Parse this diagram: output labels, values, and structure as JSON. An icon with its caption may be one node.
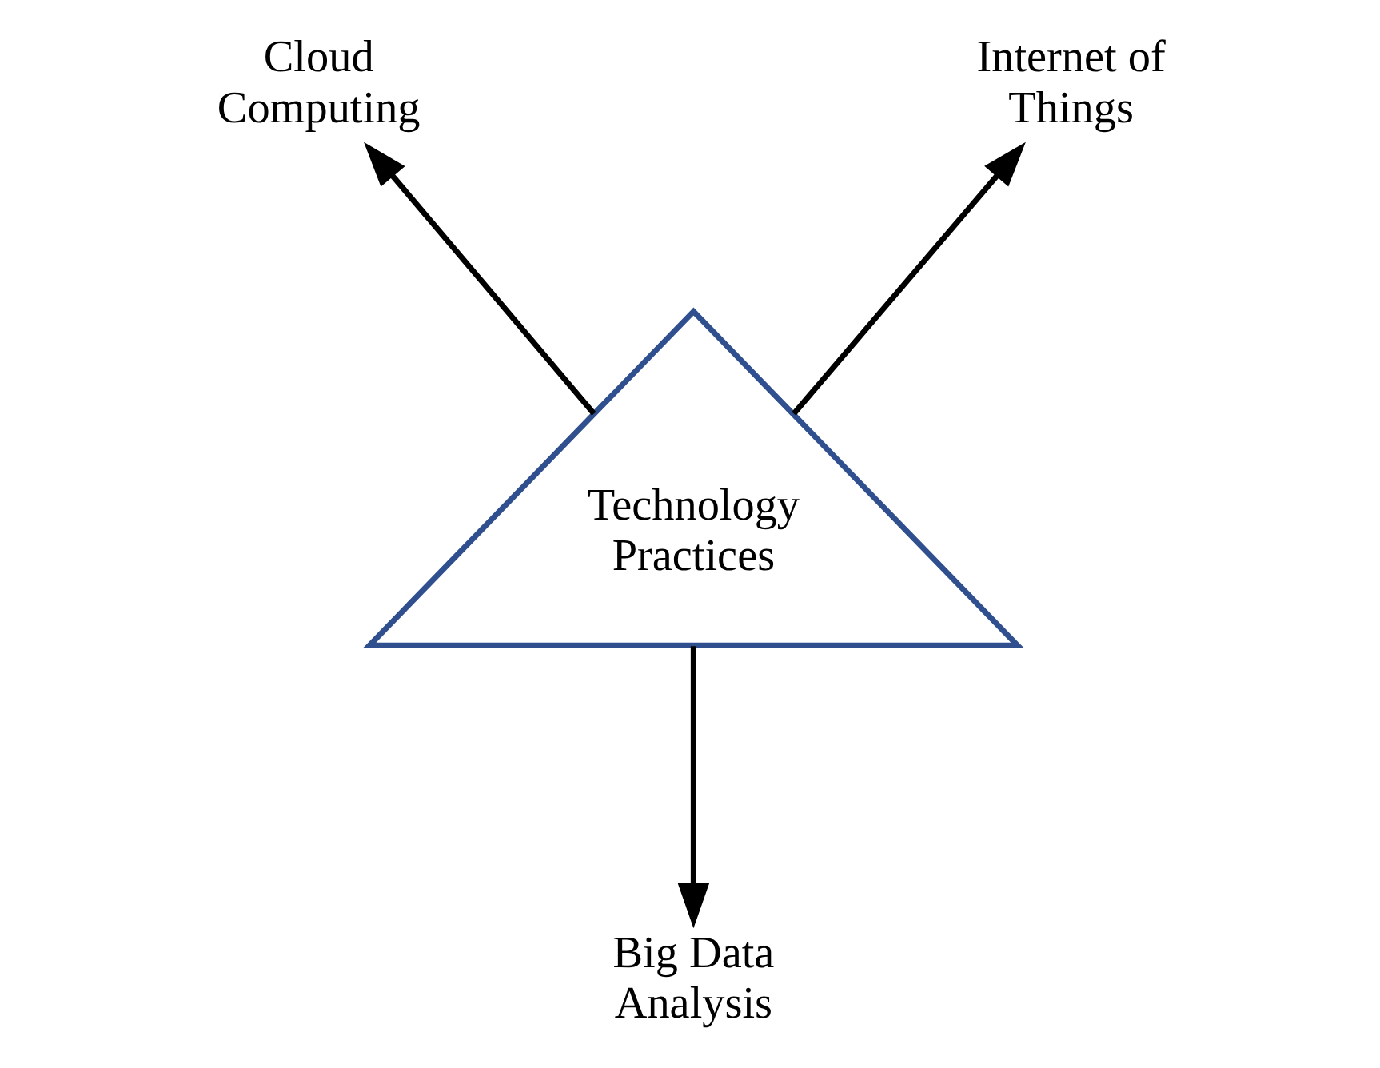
{
  "diagram": {
    "nodes": [
      {
        "text": [
          "Technology Practices"
        ]
      },
      {
        "text": [
          "Cloud Computing"
        ]
      },
      {
        "text": [
          "Internet of Things"
        ]
      },
      {
        "text": [
          "Big Data Analysis"
        ]
      }
    ],
    "edges": [
      {
        "from": 0,
        "to": 1,
        "arrow": "to"
      },
      {
        "from": 0,
        "to": 2,
        "arrow": "to"
      },
      {
        "from": 0,
        "to": 3,
        "arrow": "to"
      }
    ]
  }
}
